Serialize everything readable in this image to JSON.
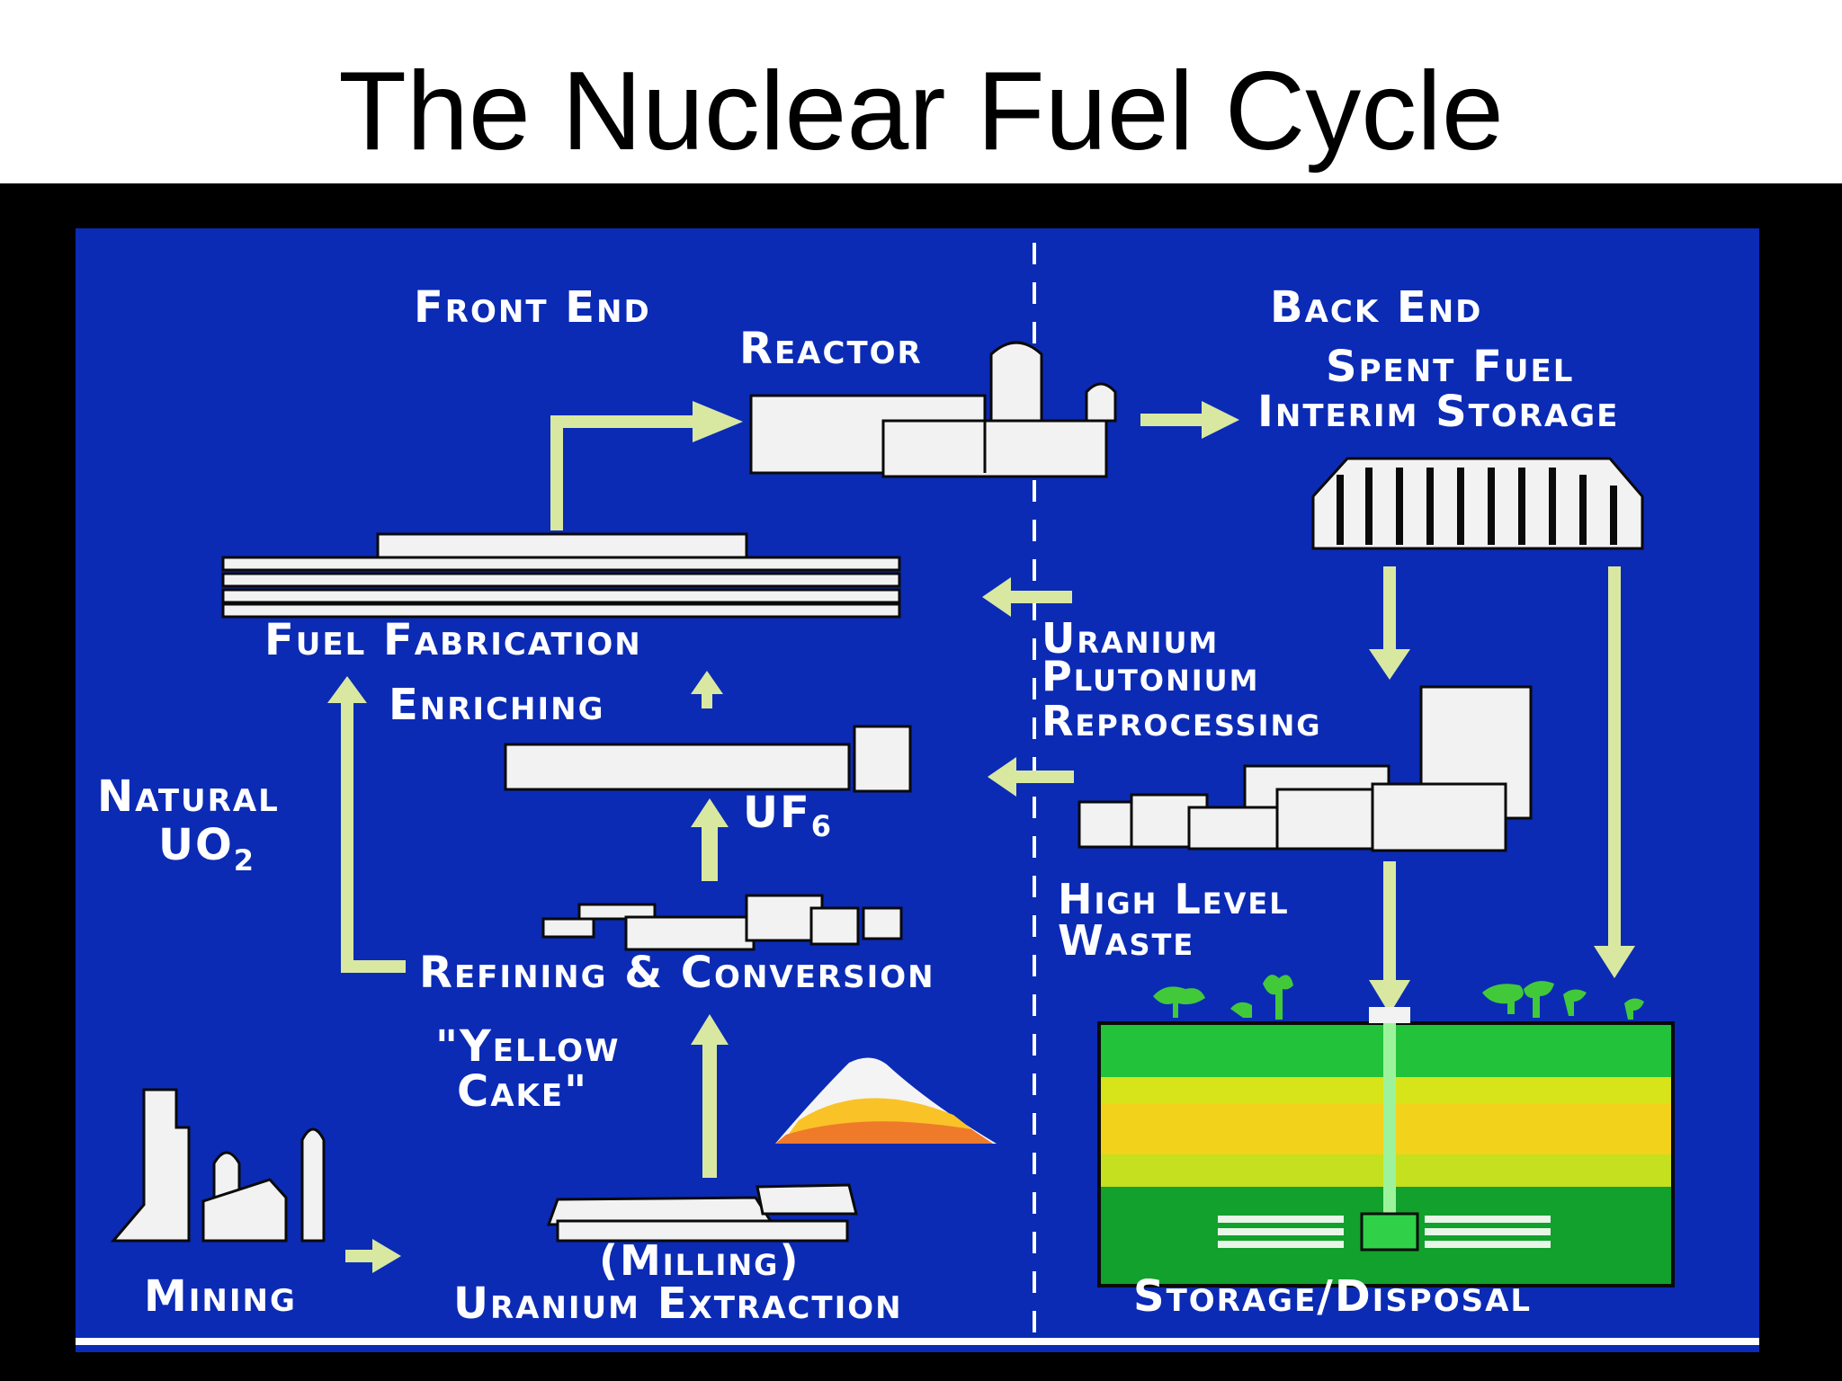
{
  "title": "The Nuclear Fuel Cycle",
  "sections": {
    "front_end": "Front End",
    "back_end": "Back End"
  },
  "labels": {
    "reactor": "Reactor",
    "spent_fuel_line1": "Spent Fuel",
    "spent_fuel_line2": "Interim Storage",
    "fuel_fabrication": "Fuel Fabrication",
    "enriching": "Enriching",
    "natural_line1": "Natural",
    "natural_line2": "UO",
    "natural_sub": "2",
    "uf": "UF",
    "uf_sub": "6",
    "refining": "Refining & Conversion",
    "yellow_line1": "\"Yellow",
    "yellow_line2": "Cake\"",
    "uranium": "Uranium",
    "plutonium": "Plutonium",
    "reprocessing": "Reprocessing",
    "high_level_line1": "High Level",
    "high_level_line2": "Waste",
    "mining": "Mining",
    "milling": "(Milling)",
    "uranium_extraction": "Uranium Extraction",
    "storage_disposal": "Storage/Disposal"
  },
  "colors": {
    "panel": "#0b2bb5",
    "arrow": "#d9e8a0",
    "building": "#f2f2f2",
    "ground_green": "#1fc33a",
    "ground_yellow": "#f3d21c"
  }
}
